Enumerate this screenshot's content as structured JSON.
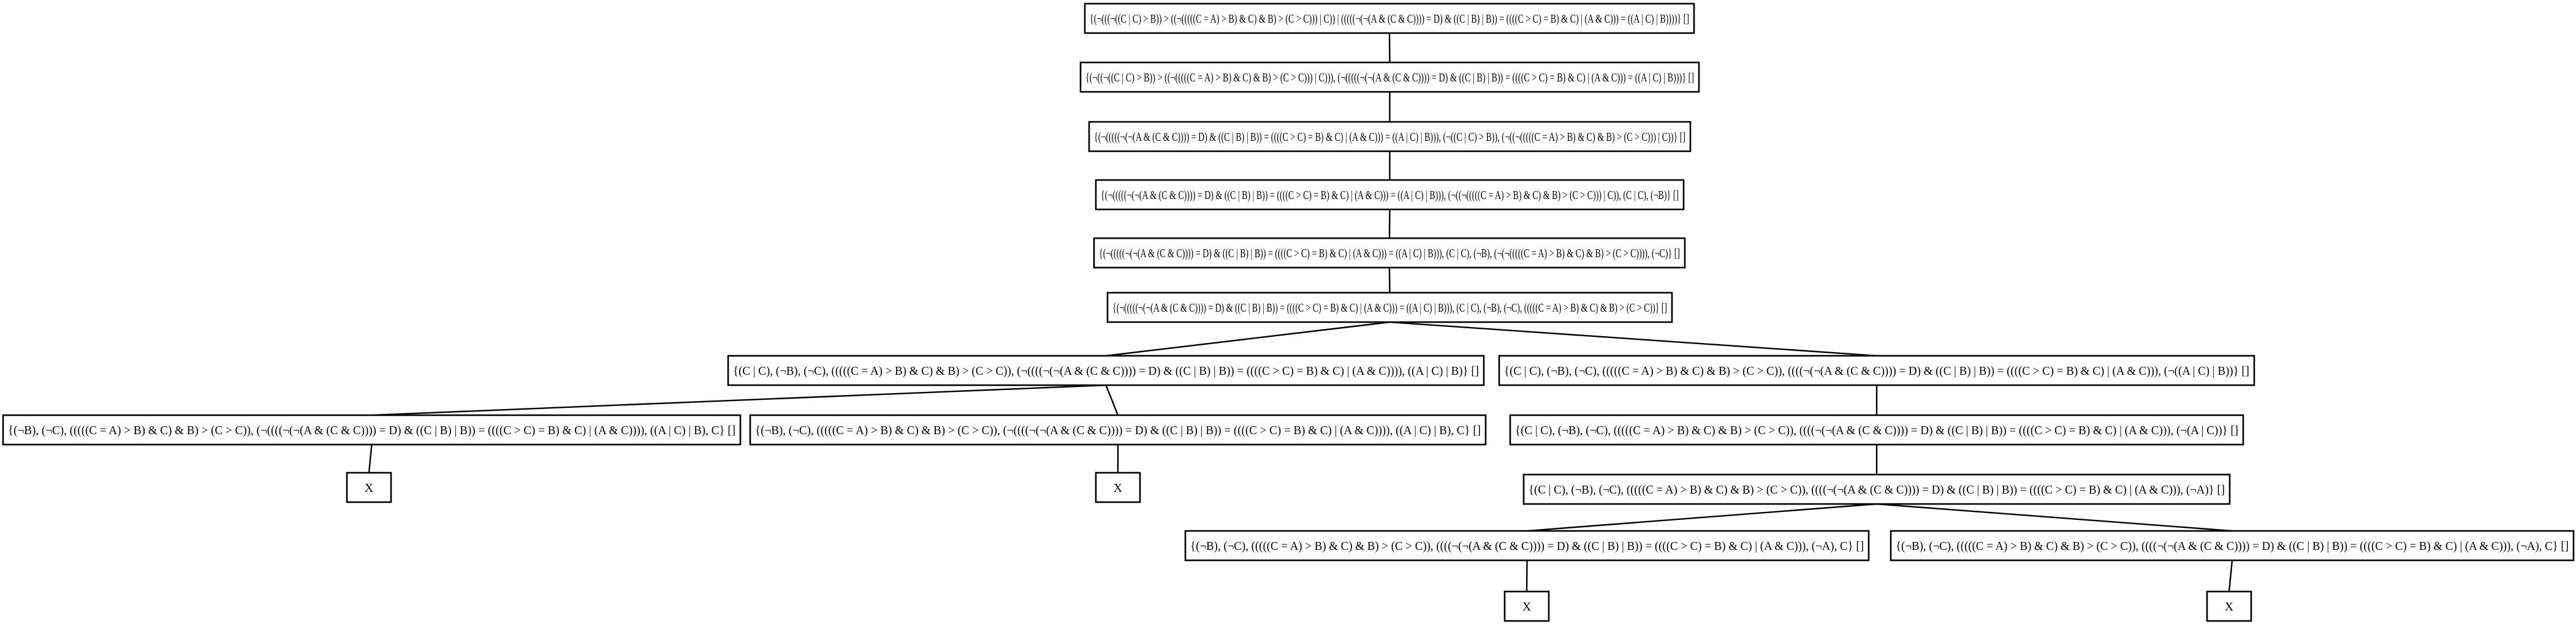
{
  "nodes": [
    {
      "id": "n1",
      "label": "{(¬(((¬((C | C) > B)) > ((¬(((((C = A) > B) & C) & B) > (C > C))) | C)) | (((((¬(¬(A & (C & C)))) = D) & ((C | B) | B)) = ((((C > C) = B) & C) | (A & C))) = ((A | C) | B))))} []"
    },
    {
      "id": "n2",
      "label": "{(¬((¬((C | C) > B)) > ((¬(((((C = A) > B) & C) & B) > (C > C))) | C))), (¬(((((¬(¬(A & (C & C)))) = D) & ((C | B) | B)) = ((((C > C) = B) & C) | (A & C))) = ((A | C) | B)))} []"
    },
    {
      "id": "n3",
      "label": "{(¬(((((¬(¬(A & (C & C)))) = D) & ((C | B) | B)) = ((((C > C) = B) & C) | (A & C))) = ((A | C) | B))), (¬((C | C) > B)), (¬((¬(((((C = A) > B) & C) & B) > (C > C))) | C))} []"
    },
    {
      "id": "n4",
      "label": "{(¬(((((¬(¬(A & (C & C)))) = D) & ((C | B) | B)) = ((((C > C) = B) & C) | (A & C))) = ((A | C) | B))), (¬((¬(((((C = A) > B) & C) & B) > (C > C))) | C)), (C | C), (¬B)} []"
    },
    {
      "id": "n5",
      "label": "{(¬(((((¬(¬(A & (C & C)))) = D) & ((C | B) | B)) = ((((C > C) = B) & C) | (A & C))) = ((A | C) | B))), (C | C), (¬B), (¬(¬(((((C = A) > B) & C) & B) > (C > C)))), (¬C)} []"
    },
    {
      "id": "n6",
      "label": "{(¬(((((¬(¬(A & (C & C)))) = D) & ((C | B) | B)) = ((((C > C) = B) & C) | (A & C))) = ((A | C) | B))), (C | C), (¬B), (¬C), (((((C = A) > B) & C) & B) > (C > C))} []"
    },
    {
      "id": "n7",
      "label": "{(C | C), (¬B), (¬C), (((((C = A) > B) & C) & B) > (C > C)), (¬((((¬(¬(A & (C & C)))) = D) & ((C | B) | B)) = ((((C > C) = B) & C) | (A & C)))), ((A | C) | B)} []"
    },
    {
      "id": "n8",
      "label": "{(C | C), (¬B), (¬C), (((((C = A) > B) & C) & B) > (C > C)), ((((¬(¬(A & (C & C)))) = D) & ((C | B) | B)) = ((((C > C) = B) & C) | (A & C))), (¬((A | C) | B))} []"
    },
    {
      "id": "n9",
      "label": "{(¬B), (¬C), (((((C = A) > B) & C) & B) > (C > C)), (¬((((¬(¬(A & (C & C)))) = D) & ((C | B) | B)) = ((((C > C) = B) & C) | (A & C)))), ((A | C) | B), C} []"
    },
    {
      "id": "n10",
      "label": "{(¬B), (¬C), (((((C = A) > B) & C) & B) > (C > C)), (¬((((¬(¬(A & (C & C)))) = D) & ((C | B) | B)) = ((((C > C) = B) & C) | (A & C)))), ((A | C) | B), C} []"
    },
    {
      "id": "n11",
      "label": "{(C | C), (¬B), (¬C), (((((C = A) > B) & C) & B) > (C > C)), ((((¬(¬(A & (C & C)))) = D) & ((C | B) | B)) = ((((C > C) = B) & C) | (A & C))), (¬(A | C))} []"
    },
    {
      "id": "n12",
      "label": "X"
    },
    {
      "id": "n13",
      "label": "X"
    },
    {
      "id": "n14",
      "label": "{(C | C), (¬B), (¬C), (((((C = A) > B) & C) & B) > (C > C)), ((((¬(¬(A & (C & C)))) = D) & ((C | B) | B)) = ((((C > C) = B) & C) | (A & C))), (¬A)} []"
    },
    {
      "id": "n15",
      "label": "{(¬B), (¬C), (((((C = A) > B) & C) & B) > (C > C)), ((((¬(¬(A & (C & C)))) = D) & ((C | B) | B)) = ((((C > C) = B) & C) | (A & C))), (¬A), C} []"
    },
    {
      "id": "n16",
      "label": "{(¬B), (¬C), (((((C = A) > B) & C) & B) > (C > C)), ((((¬(¬(A & (C & C)))) = D) & ((C | B) | B)) = ((((C > C) = B) & C) | (A & C))), (¬A), C} []"
    },
    {
      "id": "n17",
      "label": "X"
    },
    {
      "id": "n18",
      "label": "X"
    }
  ],
  "edges": [
    [
      "n1",
      "n2"
    ],
    [
      "n2",
      "n3"
    ],
    [
      "n3",
      "n4"
    ],
    [
      "n4",
      "n5"
    ],
    [
      "n5",
      "n6"
    ],
    [
      "n6",
      "n7"
    ],
    [
      "n6",
      "n8"
    ],
    [
      "n7",
      "n9"
    ],
    [
      "n7",
      "n10"
    ],
    [
      "n8",
      "n11"
    ],
    [
      "n9",
      "n12"
    ],
    [
      "n10",
      "n13"
    ],
    [
      "n11",
      "n14"
    ],
    [
      "n14",
      "n15"
    ],
    [
      "n14",
      "n16"
    ],
    [
      "n15",
      "n17"
    ],
    [
      "n16",
      "n18"
    ]
  ]
}
